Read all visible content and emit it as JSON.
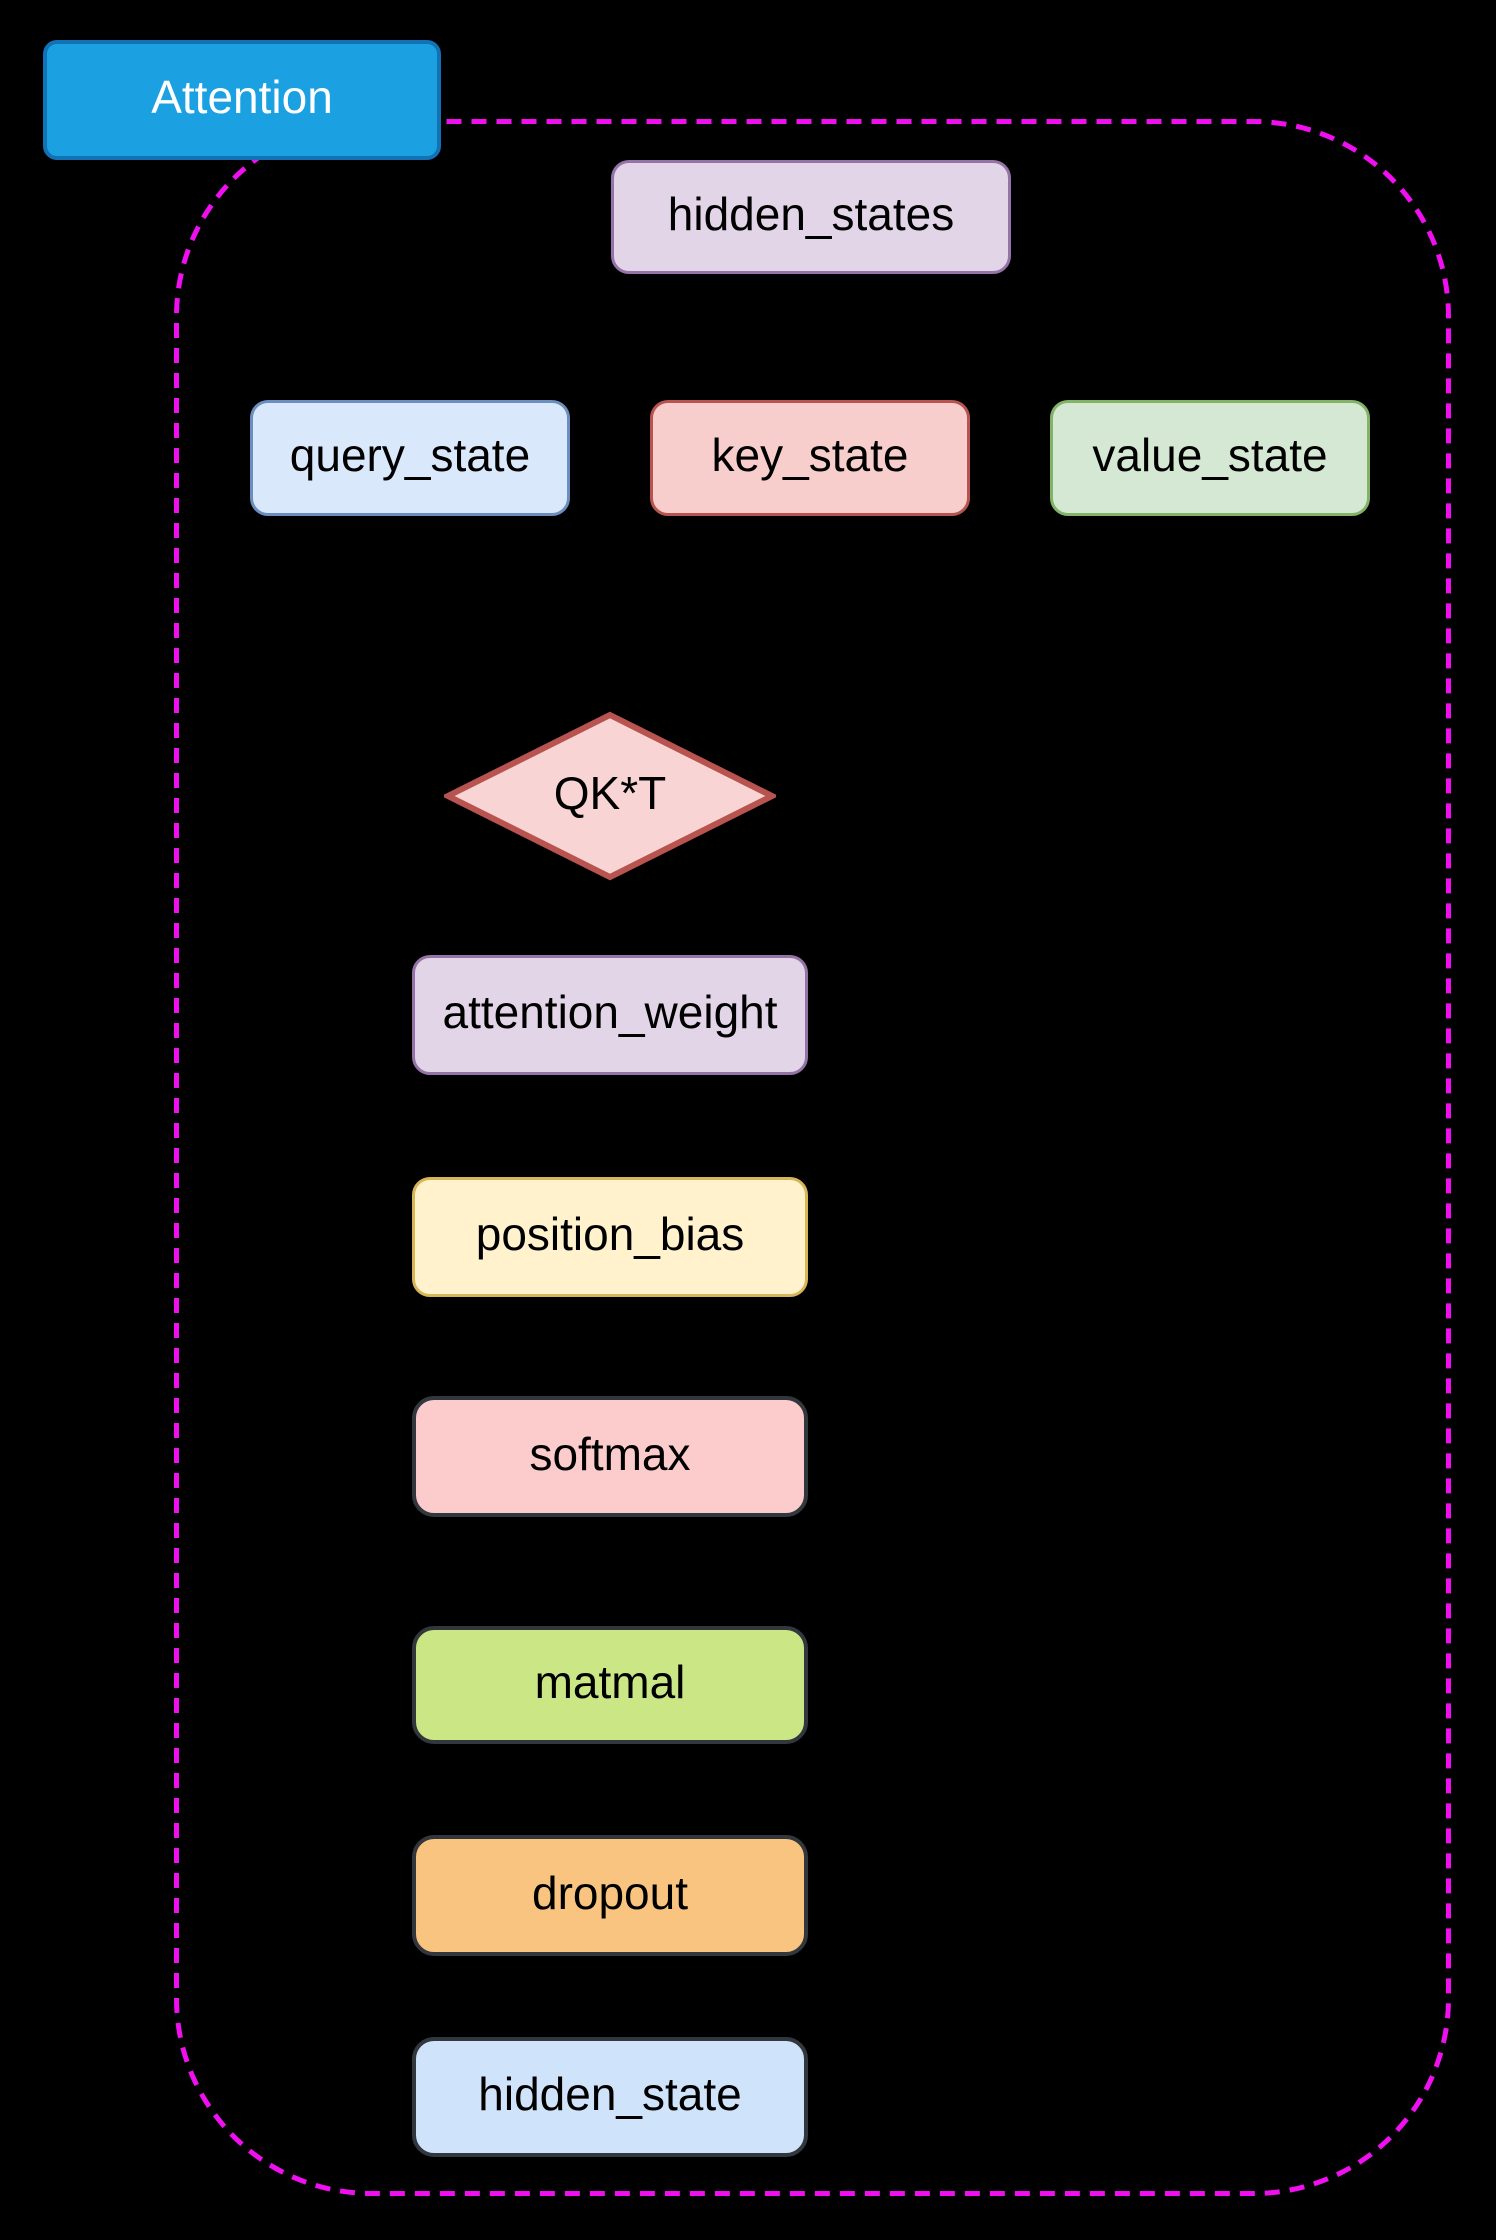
{
  "palette": {
    "background": "#000000",
    "boundary_dash_color": "#ef0fef",
    "text_color": "#000000"
  },
  "diagram": {
    "group": {
      "label": "Attention",
      "fill": "#1ba1e2",
      "stroke": "#1272b6",
      "text_color": "#ffffff",
      "boundary_color": "#ef0fef",
      "boundary_style": "dashed-rounded-rect"
    },
    "nodes": {
      "hidden_states": {
        "label": "hidden_states",
        "shape": "rounded-rect",
        "fill": "#e1d5e7",
        "stroke": "#9673a6"
      },
      "query_state": {
        "label": "query_state",
        "shape": "rounded-rect",
        "fill": "#dae8fc",
        "stroke": "#6c8ebf"
      },
      "key_state": {
        "label": "key_state",
        "shape": "rounded-rect",
        "fill": "#f8cecc",
        "stroke": "#b85450"
      },
      "value_state": {
        "label": "value_state",
        "shape": "rounded-rect",
        "fill": "#d5e8d4",
        "stroke": "#82b366"
      },
      "qkt": {
        "label": "QK*T",
        "shape": "diamond",
        "fill": "#f8d4d4",
        "stroke": "#b85450"
      },
      "attention_weight": {
        "label": "attention_weight",
        "shape": "rounded-rect",
        "fill": "#e1d5e7",
        "stroke": "#9673a6"
      },
      "position_bias": {
        "label": "position_bias",
        "shape": "rounded-rect",
        "fill": "#fff2cc",
        "stroke": "#d6b656"
      },
      "softmax": {
        "label": "softmax",
        "shape": "rounded-rect",
        "fill": "#fccccc",
        "stroke": "#32373e"
      },
      "matmal": {
        "label": "matmal",
        "shape": "rounded-rect",
        "fill": "#cbe685",
        "stroke": "#32373e"
      },
      "dropout": {
        "label": "dropout",
        "shape": "rounded-rect",
        "fill": "#f9c480",
        "stroke": "#32373e"
      },
      "hidden_state": {
        "label": "hidden_state",
        "shape": "rounded-rect",
        "fill": "#cfe3fa",
        "stroke": "#32373e"
      }
    }
  }
}
